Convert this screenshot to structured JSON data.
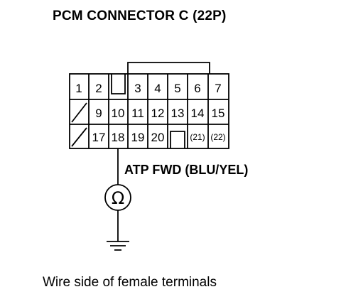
{
  "title": "PCM CONNECTOR C (22P)",
  "wire_label": "ATP FWD (BLU/YEL)",
  "caption": "Wire side of female terminals",
  "meter_symbol": "Ω",
  "connector": {
    "row1": [
      "1",
      "2",
      "",
      "3",
      "4",
      "5",
      "6",
      "7"
    ],
    "row2": [
      "",
      "9",
      "10",
      "11",
      "12",
      "13",
      "14",
      "15"
    ],
    "row3": [
      "",
      "17",
      "18",
      "19",
      "20",
      "",
      "(21)",
      "(22)"
    ]
  }
}
